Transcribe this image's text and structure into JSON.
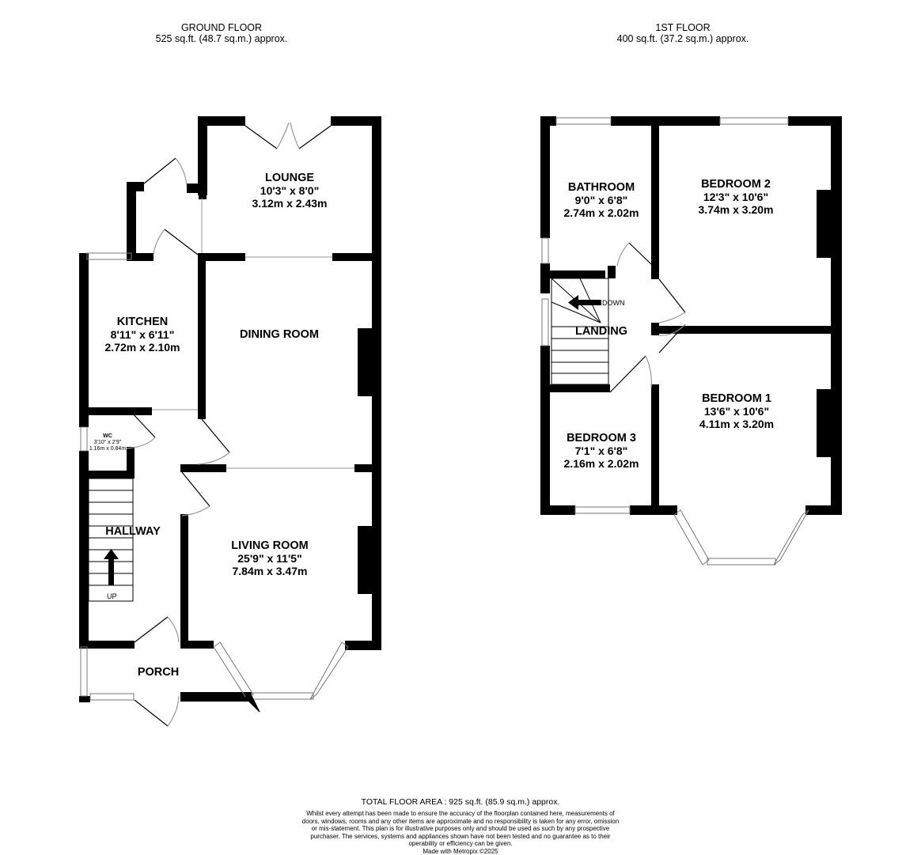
{
  "colors": {
    "wall": "#000000",
    "window": "#888888",
    "background": "#ffffff"
  },
  "ground_floor": {
    "title": "GROUND FLOOR",
    "area": "525 sq.ft. (48.7 sq.m.) approx.",
    "rooms": {
      "lounge": {
        "name": "LOUNGE",
        "imperial": "10'3\"  x 8'0\"",
        "metric": "3.12m  x 2.43m"
      },
      "kitchen": {
        "name": "KITCHEN",
        "imperial": "8'11\"  x 6'11\"",
        "metric": "2.72m  x 2.10m"
      },
      "dining_room": {
        "name": "DINING ROOM"
      },
      "wc": {
        "name": "WC",
        "imperial": "3'10\"  x 2'9\"",
        "metric": "1.16m  x 0.84m"
      },
      "hallway": {
        "name": "HALLWAY"
      },
      "living_room": {
        "name": "LIVING ROOM",
        "imperial": "25'9\"  x 11'5\"",
        "metric": "7.84m  x 3.47m"
      },
      "porch": {
        "name": "PORCH"
      }
    },
    "stairs_label": "UP"
  },
  "first_floor": {
    "title": "1ST FLOOR",
    "area": "400 sq.ft. (37.2 sq.m.) approx.",
    "rooms": {
      "bathroom": {
        "name": "BATHROOM",
        "imperial": "9'0\"  x 6'8\"",
        "metric": "2.74m  x 2.02m"
      },
      "bedroom_2": {
        "name": "BEDROOM 2",
        "imperial": "12'3\"  x 10'6\"",
        "metric": "3.74m  x 3.20m"
      },
      "landing": {
        "name": "LANDING"
      },
      "bedroom_3": {
        "name": "BEDROOM 3",
        "imperial": "7'1\"  x 6'8\"",
        "metric": "2.16m  x 2.02m"
      },
      "bedroom_1": {
        "name": "BEDROOM 1",
        "imperial": "13'6\"  x 10'6\"",
        "metric": "4.11m  x 3.20m"
      }
    },
    "stairs_label": "DOWN"
  },
  "footer": {
    "total_area": "TOTAL FLOOR AREA : 925 sq.ft. (85.9 sq.m.) approx.",
    "disclaimer": "Whilst every attempt has been made to ensure the accuracy of the floorplan contained here, measurements of doors, windows, rooms and any other items are approximate and no responsibility is taken for any error, omission or mis-statement. This plan is for illustrative purposes only and should be used as such by any prospective purchaser. The services, systems and appliances shown have not been tested and no guarantee as to their operability or efficiency can be given.",
    "made_with": "Made with Metropix ©2025"
  }
}
